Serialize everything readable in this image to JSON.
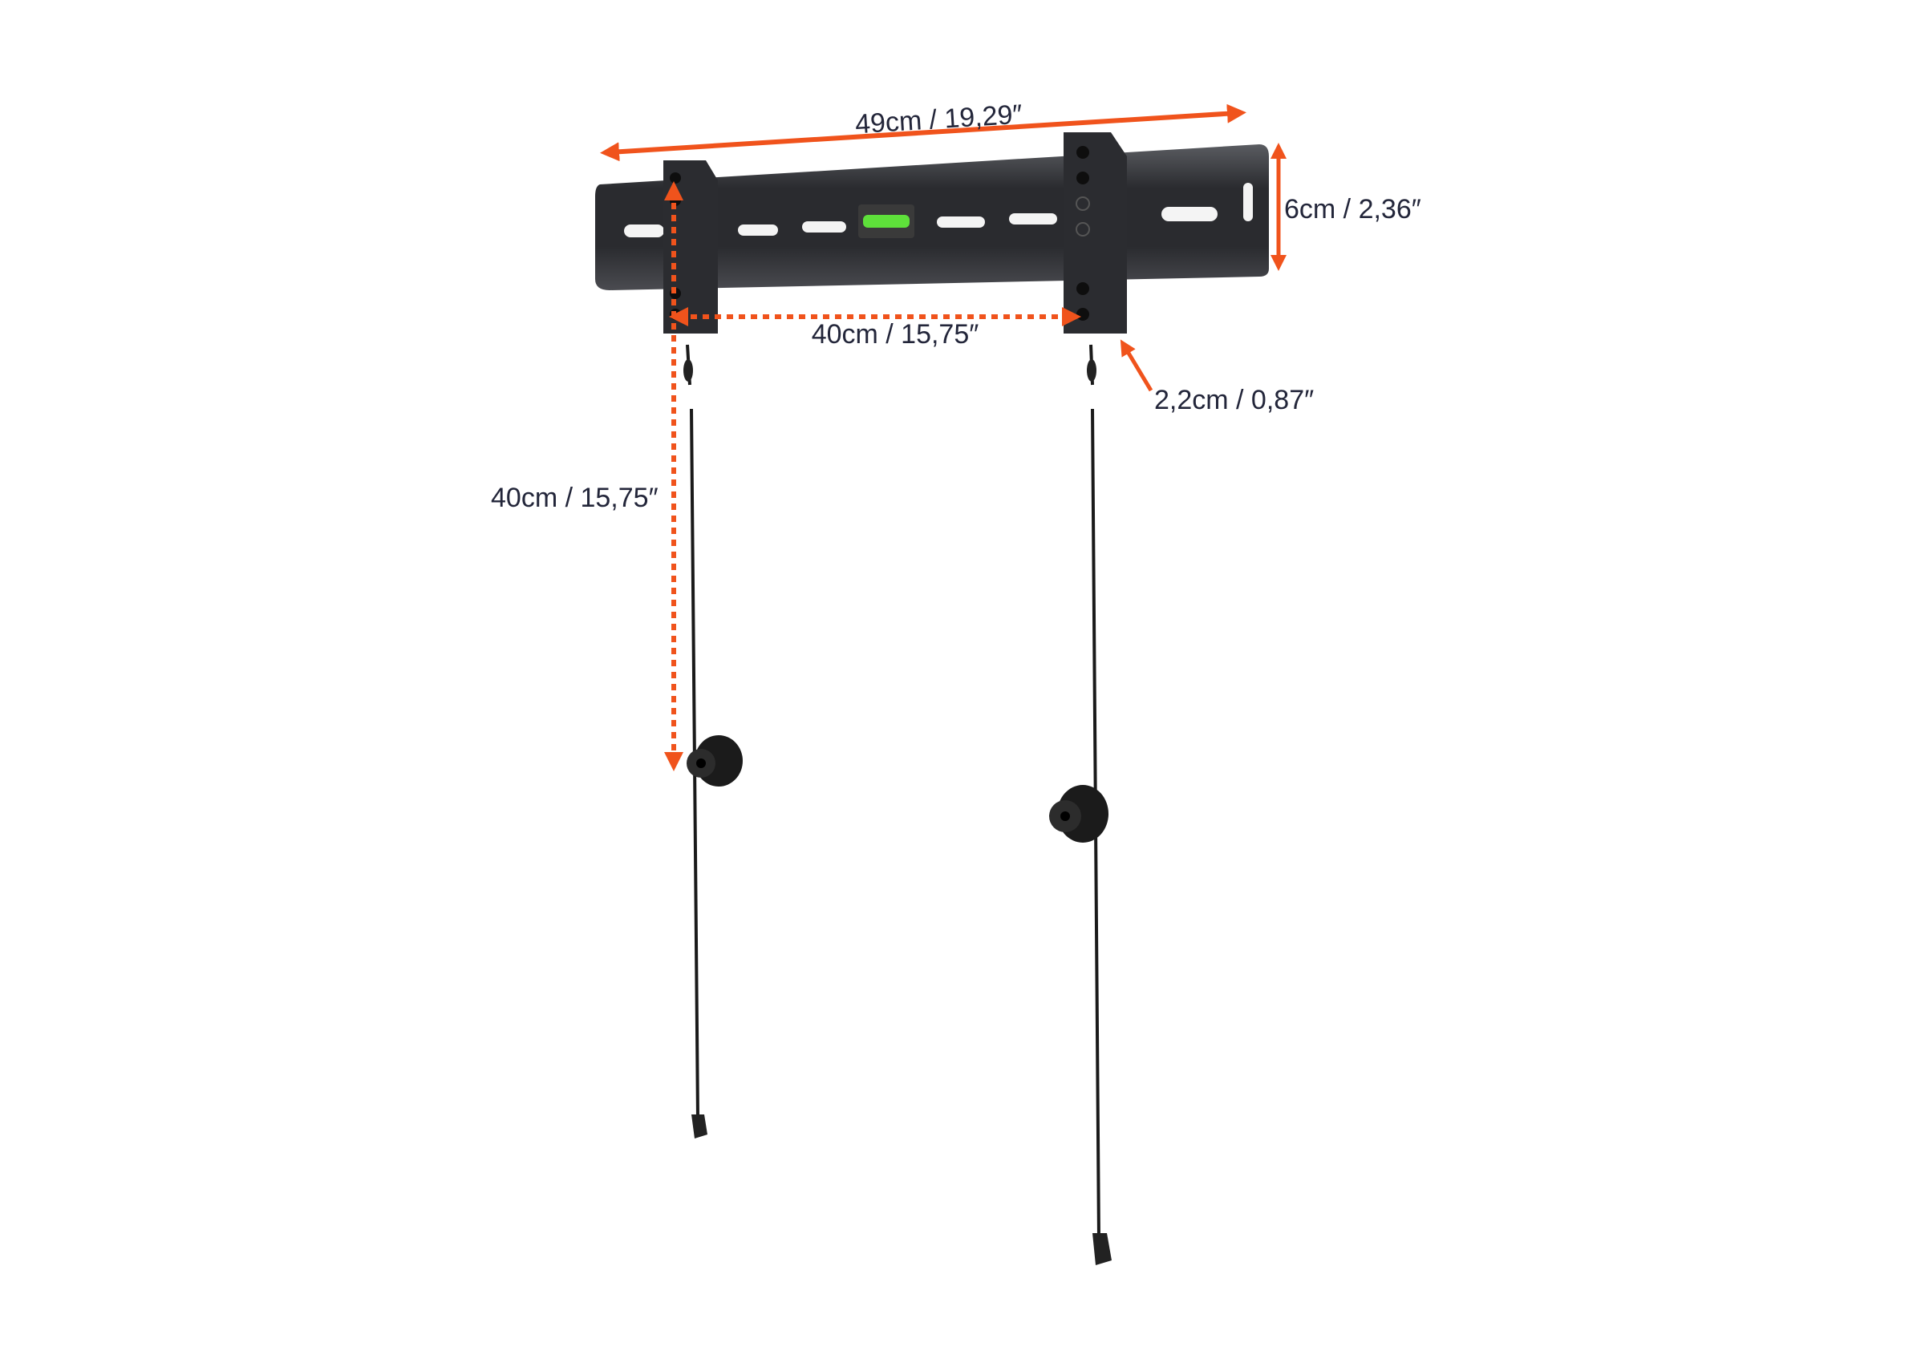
{
  "colors": {
    "accent": "#f0531c",
    "text": "#23263a",
    "bracket": "#2e2f33",
    "level_bubble": "#5ee03a"
  },
  "dimensions": {
    "total_width": "49cm / 19,29″",
    "height": "6cm / 2,36″",
    "hole_spacing_horizontal": "40cm / 15,75″",
    "hole_spacing_vertical": "40cm / 15,75″",
    "wall_distance": "2,2cm / 0,87″"
  }
}
